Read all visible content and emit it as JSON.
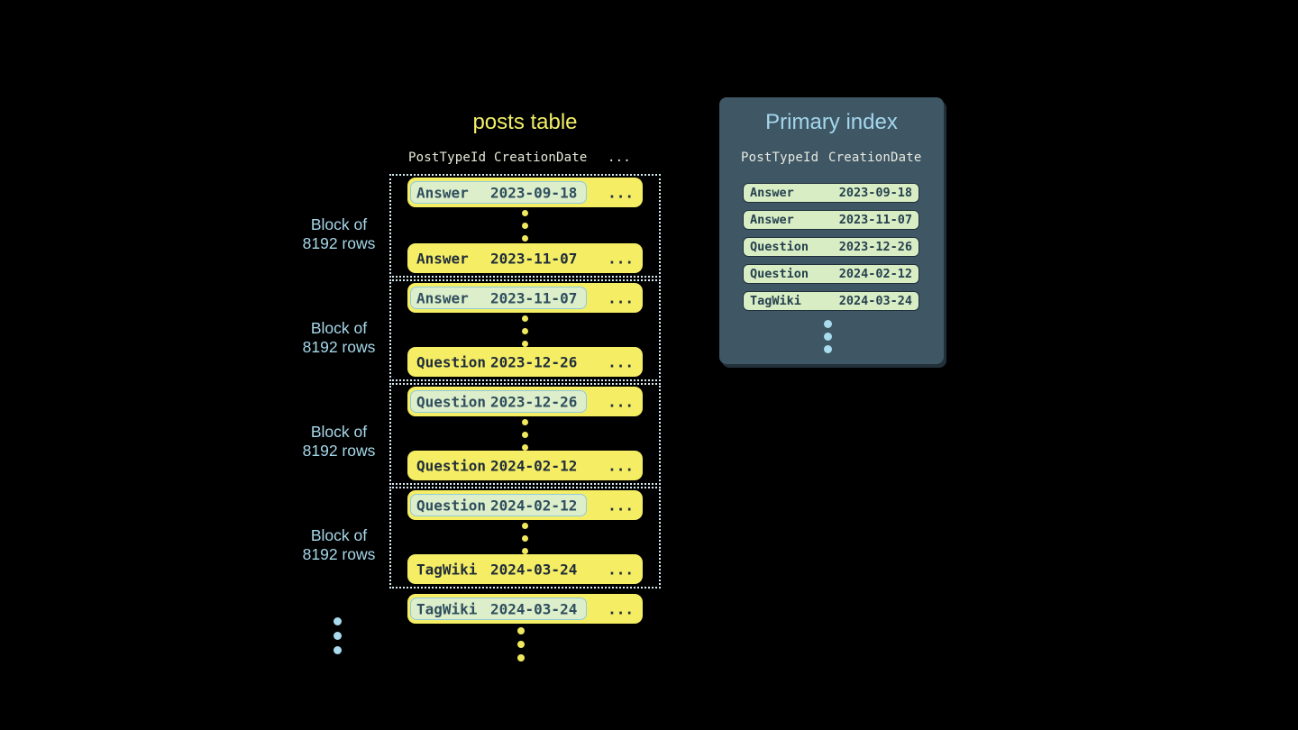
{
  "posts_table": {
    "title": "posts table",
    "columns": [
      "PostTypeId",
      "CreationDate",
      "..."
    ],
    "block_label": {
      "line1": "Block of",
      "line2": "8192 rows"
    },
    "blocks": [
      {
        "first_row": {
          "post_type": "Answer",
          "creation_date": "2023-09-18",
          "more": "..."
        },
        "last_row": {
          "post_type": "Answer",
          "creation_date": "2023-11-07",
          "more": "..."
        }
      },
      {
        "first_row": {
          "post_type": "Answer",
          "creation_date": "2023-11-07",
          "more": "..."
        },
        "last_row": {
          "post_type": "Question",
          "creation_date": "2023-12-26",
          "more": "..."
        }
      },
      {
        "first_row": {
          "post_type": "Question",
          "creation_date": "2023-12-26",
          "more": "..."
        },
        "last_row": {
          "post_type": "Question",
          "creation_date": "2024-02-12",
          "more": "..."
        }
      },
      {
        "first_row": {
          "post_type": "Question",
          "creation_date": "2024-02-12",
          "more": "..."
        },
        "last_row": {
          "post_type": "TagWiki",
          "creation_date": "2024-03-24",
          "more": "..."
        }
      }
    ],
    "next_block_first_row": {
      "post_type": "TagWiki",
      "creation_date": "2024-03-24",
      "more": "..."
    }
  },
  "primary_index": {
    "title": "Primary index",
    "columns": [
      "PostTypeId",
      "CreationDate"
    ],
    "rows": [
      {
        "post_type": "Answer",
        "creation_date": "2023-09-18"
      },
      {
        "post_type": "Answer",
        "creation_date": "2023-11-07"
      },
      {
        "post_type": "Question",
        "creation_date": "2023-12-26"
      },
      {
        "post_type": "Question",
        "creation_date": "2024-02-12"
      },
      {
        "post_type": "TagWiki",
        "creation_date": "2024-03-24"
      }
    ]
  },
  "colors": {
    "background": "#000000",
    "row_yellow": "#f5ee65",
    "row_text_dark": "#212d3b",
    "highlight_pill_bg": "#ddeecb",
    "highlight_pill_border": "#8fcbdd",
    "highlight_pill_text": "#2e4e5e",
    "block_dotted_border": "#d9edf4",
    "block_label_blue": "#a6d8ea",
    "posts_title_yellow": "#f2ee68",
    "header_text": "#e9e9da",
    "index_panel_bg": "#3f5665",
    "index_title_blue": "#a4d7ec",
    "index_pill_bg": "#d8edc4",
    "index_pill_border": "#20303b",
    "index_pill_text": "#26404f",
    "blue_dots": "#a9dcee"
  }
}
